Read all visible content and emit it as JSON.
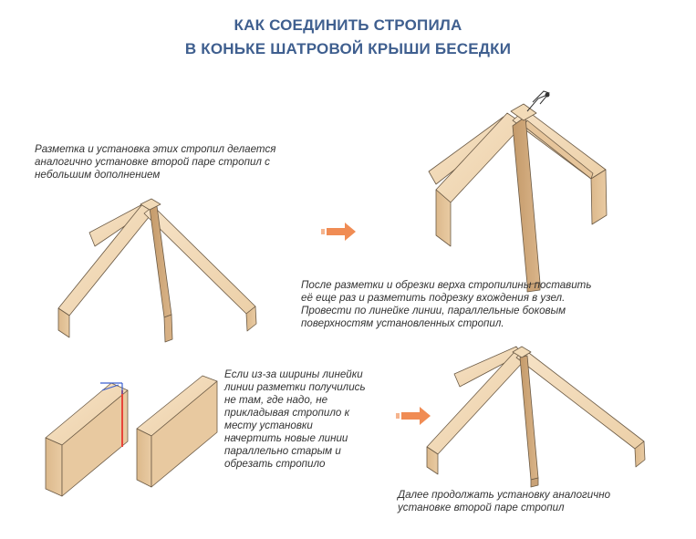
{
  "title": {
    "line1": "КАК СОЕДИНИТЬ СТРОПИЛА",
    "line2": "В КОНЬКЕ ШАТРОВОЙ КРЫШИ БЕСЕДКИ"
  },
  "steps": {
    "step1": {
      "lines": [
        "Разметка и установка этих стропил делается",
        "аналогично установке второй паре стропил с",
        "небольшим дополнением"
      ]
    },
    "step2": {
      "lines": [
        "После разметки и обрезки верха стропилины поставить",
        "её еще раз и разметить подрезку вхождения в узел.",
        "Провести по линейке линии, параллельные боковым",
        "поверхностям установленных стропил."
      ]
    },
    "step3": {
      "lines": [
        "Если из-за ширины линейки",
        "линии разметки получились",
        "не там, где надо, не",
        "прикладывая стропило к",
        "месту установки",
        "начертить новые линии",
        "параллельно старым и",
        "обрезать стропило"
      ]
    },
    "step4": {
      "lines": [
        "Далее продолжать установку аналогично",
        "установке второй паре стропил"
      ]
    }
  },
  "colors": {
    "title": "#3f5f8f",
    "arrow": "#f08c54",
    "wood_light": "#f3dcbc",
    "wood_side": "#e2c196",
    "wood_dark": "#c9a276",
    "outline": "#6b5a45",
    "marking_red": "#e8443a",
    "marking_blue": "#3b5fd0"
  },
  "icons": [
    "arrow-right-icon",
    "pencil-icon"
  ]
}
